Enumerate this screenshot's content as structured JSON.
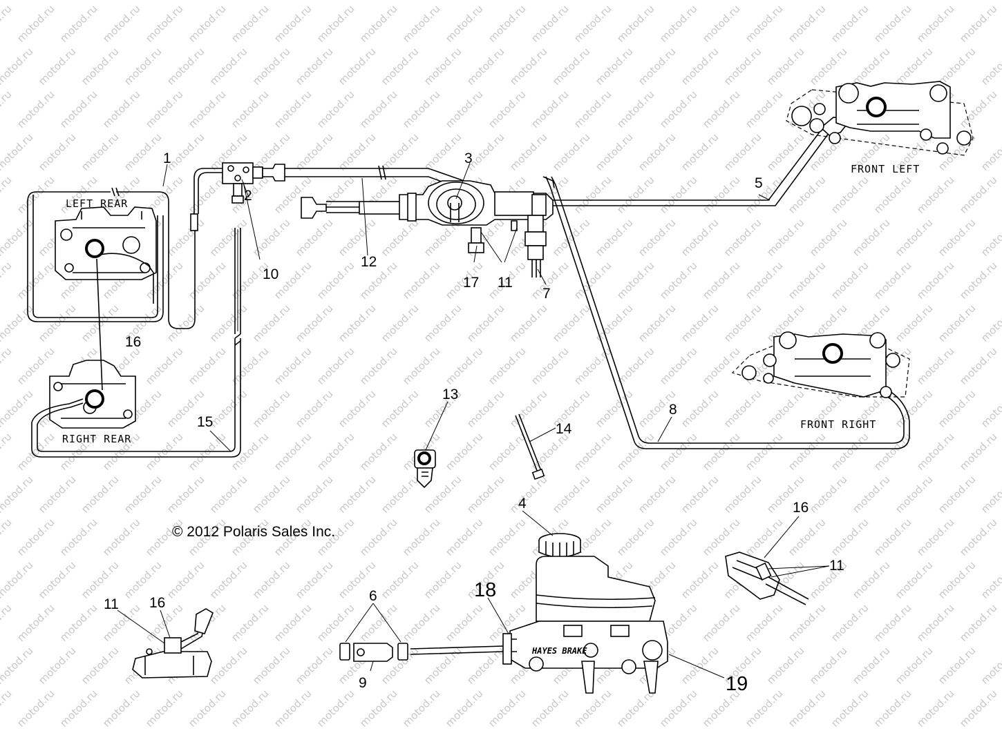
{
  "watermark": "motod.ru",
  "copyright": "© 2012 Polaris Sales Inc.",
  "location_labels": {
    "left_rear": "LEFT REAR",
    "right_rear": "RIGHT REAR",
    "front_left": "FRONT LEFT",
    "front_right": "FRONT RIGHT"
  },
  "master_cylinder_brand": "HAYES BRAKE",
  "callouts": {
    "c1": "1",
    "c2": "2",
    "c3": "3",
    "c4": "4",
    "c5": "5",
    "c6": "6",
    "c7": "7",
    "c8": "8",
    "c9": "9",
    "c10": "10",
    "c11_a": "11",
    "c11_b": "11",
    "c11_c": "11",
    "c12": "12",
    "c13": "13",
    "c14": "14",
    "c15": "15",
    "c16_a": "16",
    "c16_b": "16",
    "c16_c": "16",
    "c17": "17",
    "c18": "18",
    "c19": "19"
  }
}
